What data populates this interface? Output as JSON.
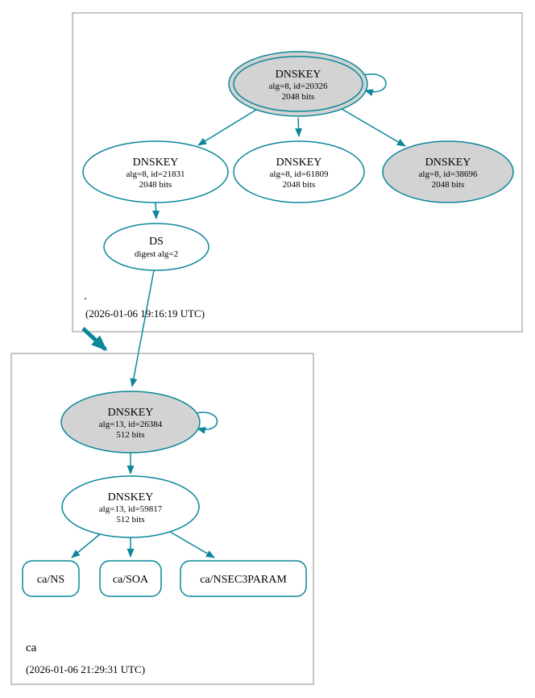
{
  "colors": {
    "accent": "#0a879a",
    "ksk_fill": "#d3d3d3",
    "zone_border": "#8c8c8c"
  },
  "zones": {
    "root": {
      "name": ".",
      "timestamp": "(2026-01-06 19:16:19 UTC)",
      "nodes": {
        "ksk": {
          "title": "DNSKEY",
          "line1": "alg=8, id=20326",
          "line2": "2048 bits"
        },
        "zsk1": {
          "title": "DNSKEY",
          "line1": "alg=8, id=21831",
          "line2": "2048 bits"
        },
        "zsk2": {
          "title": "DNSKEY",
          "line1": "alg=8, id=61809",
          "line2": "2048 bits"
        },
        "zsk3": {
          "title": "DNSKEY",
          "line1": "alg=8, id=38696",
          "line2": "2048 bits"
        },
        "ds": {
          "title": "DS",
          "line1": "digest alg=2"
        }
      }
    },
    "ca": {
      "name": "ca",
      "timestamp": "(2026-01-06 21:29:31 UTC)",
      "nodes": {
        "ksk": {
          "title": "DNSKEY",
          "line1": "alg=13, id=26384",
          "line2": "512 bits"
        },
        "zsk": {
          "title": "DNSKEY",
          "line1": "alg=13, id=59817",
          "line2": "512 bits"
        },
        "ns": {
          "label": "ca/NS"
        },
        "soa": {
          "label": "ca/SOA"
        },
        "nsec3param": {
          "label": "ca/NSEC3PARAM"
        }
      }
    }
  }
}
